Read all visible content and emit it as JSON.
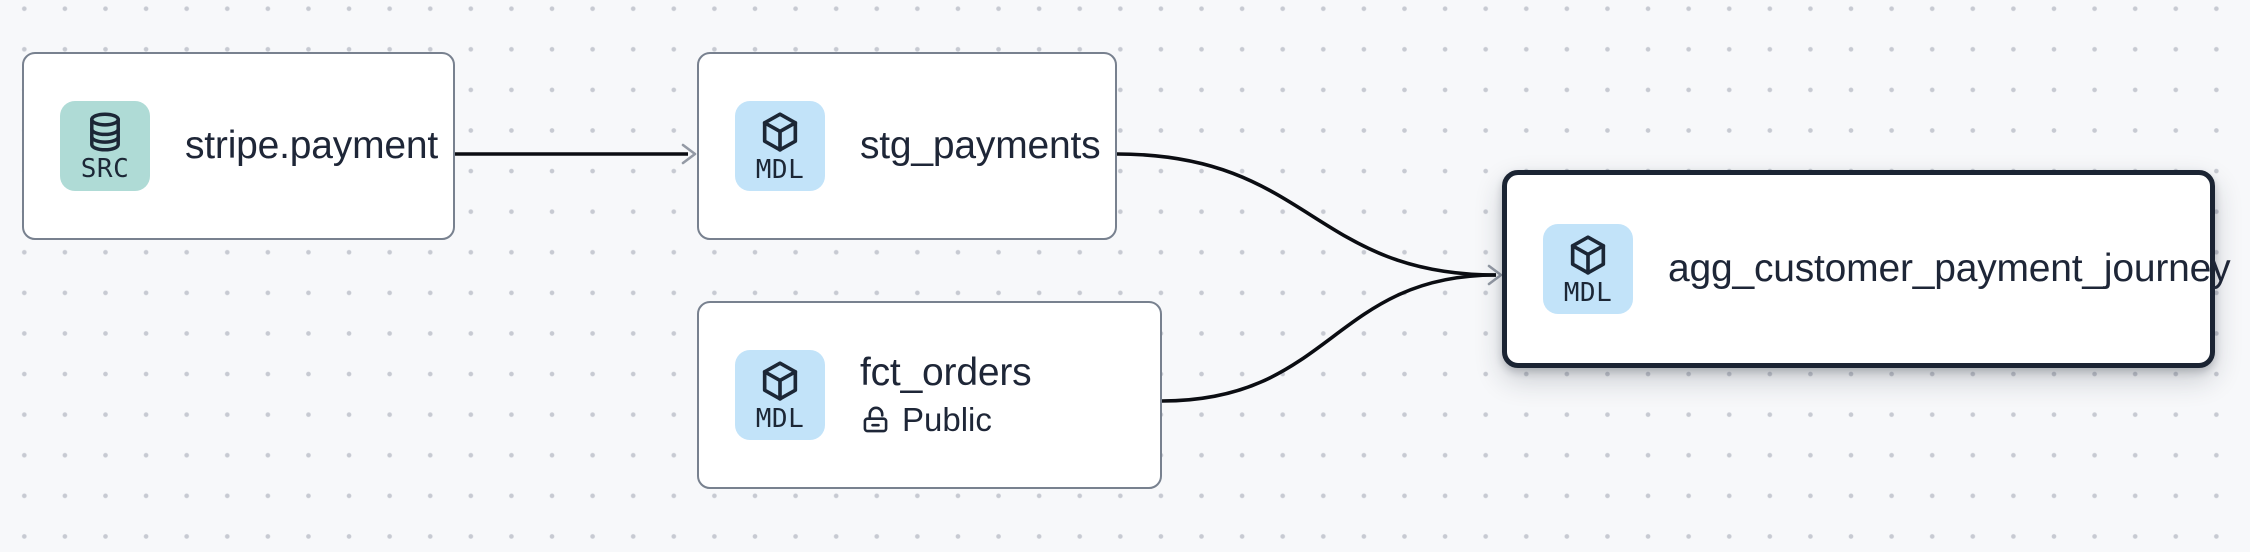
{
  "canvas": {
    "kind": "lineage-graph"
  },
  "nodes": [
    {
      "title": "stripe.payment",
      "type": "source",
      "badge": {
        "label": "SRC",
        "icon": "database-icon"
      },
      "selected": false
    },
    {
      "title": "stg_payments",
      "type": "model",
      "badge": {
        "label": "MDL",
        "icon": "cube-icon"
      },
      "selected": false
    },
    {
      "title": "fct_orders",
      "type": "model",
      "badge": {
        "label": "MDL",
        "icon": "cube-icon"
      },
      "meta": {
        "icon": "unlock-icon",
        "label": "Public"
      },
      "selected": false
    },
    {
      "title": "agg_customer_payment_journey",
      "type": "model",
      "badge": {
        "label": "MDL",
        "icon": "cube-icon"
      },
      "selected": true
    }
  ],
  "edges": [
    {
      "from": "stripe.payment",
      "to": "stg_payments"
    },
    {
      "from": "stg_payments",
      "to": "agg_customer_payment_journey"
    },
    {
      "from": "fct_orders",
      "to": "agg_customer_payment_journey"
    }
  ],
  "colors": {
    "canvas_bg": "#f7f8fa",
    "dot_grid": "#c7cad2",
    "node_bg": "#ffffff",
    "node_border": "#78818f",
    "selected_border": "#1b2433",
    "title_text": "#1e2637",
    "badge_source_bg": "#afdbd6",
    "badge_model_bg": "#c2e3f9",
    "edge_stroke": "#0b0d12",
    "arrowhead_stroke": "#949aa5"
  }
}
